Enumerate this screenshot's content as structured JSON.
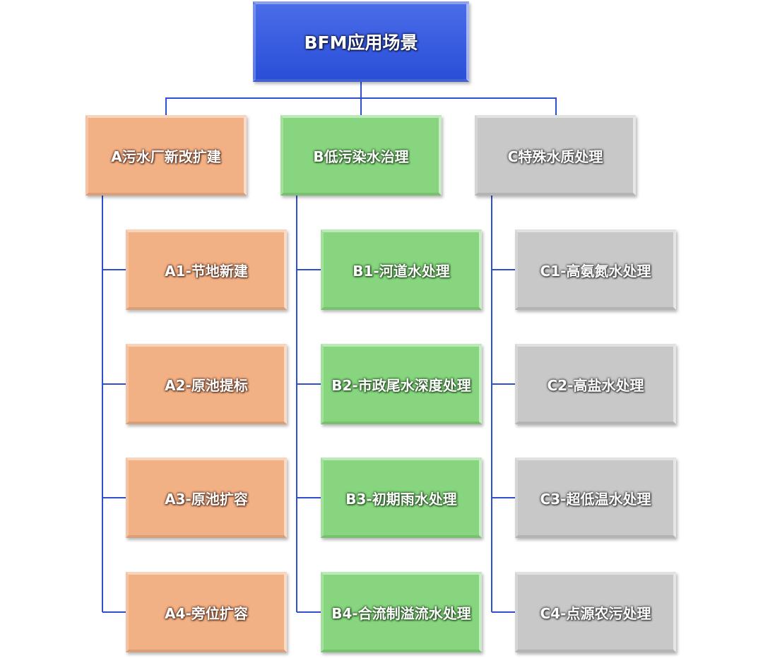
{
  "root": {
    "label": "BFM应用场景",
    "color": "#3558e0"
  },
  "categories": [
    {
      "label": "A污水厂新改扩建",
      "color": "#f2b085",
      "children": [
        "A1-节地新建",
        "A2-原池提标",
        "A3-原池扩容",
        "A4-旁位扩容"
      ]
    },
    {
      "label": "B低污染水治理",
      "color": "#87d57e",
      "children": [
        "B1-河道水处理",
        "B2-市政尾水深度处理",
        "B3-初期雨水处理",
        "B4-合流制溢流水处理"
      ]
    },
    {
      "label": "C特殊水质处理",
      "color": "#c8c8c8",
      "children": [
        "C1-高氨氮水处理",
        "C2-高盐水处理",
        "C3-超低温水处理",
        "C4-点源农污处理"
      ]
    }
  ],
  "connector_color": "#2f4fd0"
}
